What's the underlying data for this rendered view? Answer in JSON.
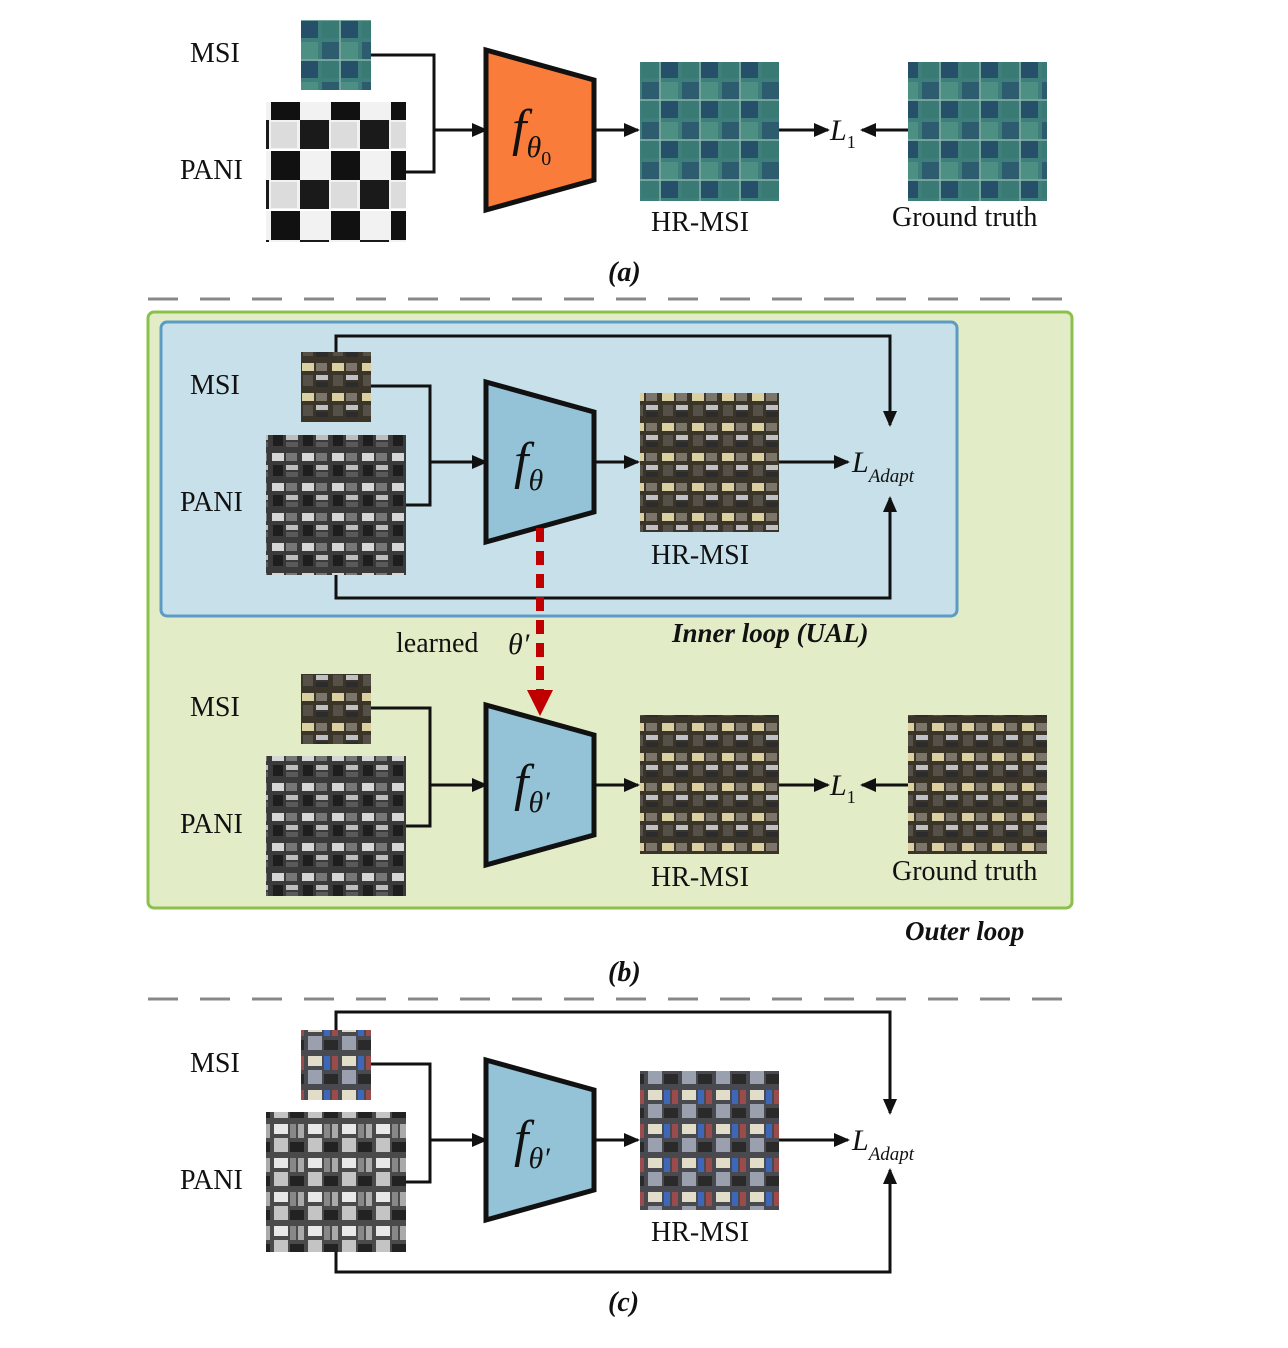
{
  "panel_a": {
    "msi_label": "MSI",
    "pan_label": "PANI",
    "net_symbol": "f",
    "net_subscript": "θ",
    "net_subsub": "0",
    "output_label": "HR-MSI",
    "loss_symbol": "L",
    "loss_subscript": "1",
    "gt_label": "Ground truth",
    "caption": "(a)",
    "net_color": "#f97c3a"
  },
  "panel_b": {
    "inner": {
      "msi_label": "MSI",
      "pan_label": "PANI",
      "net_symbol": "f",
      "net_subscript": "θ",
      "output_label": "HR-MSI",
      "loss_symbol": "L",
      "loss_subscript": "Adapt",
      "title": "Inner loop (UAL)",
      "bg_color": "#c8e0ea",
      "border_color": "#5b9bc4"
    },
    "transfer": {
      "text": "learned",
      "param": "θ′",
      "color": "#c00000"
    },
    "outer": {
      "msi_label": "MSI",
      "pan_label": "PANI",
      "net_symbol": "f",
      "net_subscript": "θ′",
      "output_label": "HR-MSI",
      "loss_symbol": "L",
      "loss_subscript": "1",
      "gt_label": "Ground truth",
      "title": "Outer loop",
      "bg_color": "#e2edc8",
      "border_color": "#8cc04c"
    },
    "net_color": "#94c2d6",
    "caption": "(b)"
  },
  "panel_c": {
    "msi_label": "MSI",
    "pan_label": "PANI",
    "net_symbol": "f",
    "net_subscript": "θ′",
    "output_label": "HR-MSI",
    "loss_symbol": "L",
    "loss_subscript": "Adapt",
    "caption": "(c)",
    "net_color": "#94c2d6"
  },
  "divider_color": "#888888"
}
